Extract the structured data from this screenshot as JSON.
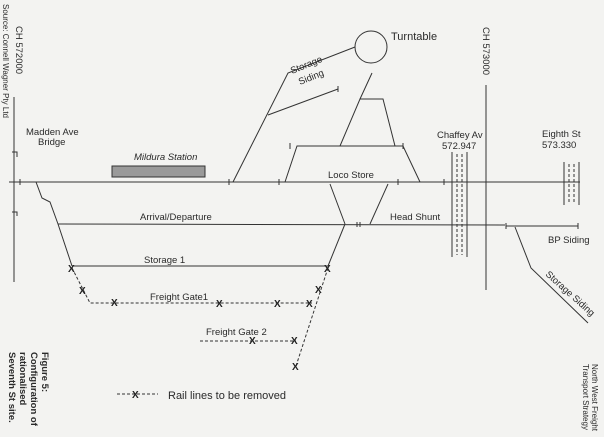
{
  "source": "Source: Connell Wagner Pty Ltd",
  "chainage_left": "CH 572000",
  "chainage_right": "CH 573000",
  "labels": {
    "madden_line1": "Madden Ave",
    "madden_line2": "Bridge",
    "station": "Mildura Station",
    "turntable": "Turntable",
    "storage_siding_top_1": "Storage",
    "storage_siding_top_2": "Siding",
    "loco_store": "Loco Store",
    "arrival_departure": "Arrival/Departure",
    "head_shunt": "Head Shunt",
    "storage_1": "Storage  1",
    "freight_gate_1": "Freight Gate1",
    "freight_gate_2": "Freight Gate  2",
    "bp_siding": "BP Siding",
    "storage_siding_right": "Storage Siding"
  },
  "crossings": [
    {
      "name": "Chaffey Av",
      "chainage": "572.947"
    },
    {
      "name": "Eighth St",
      "chainage": "573.330"
    }
  ],
  "legend": {
    "marker": "X",
    "label": "Rail lines to be removed"
  },
  "caption": [
    "Figure 5:",
    "Configuration of",
    "rationalised",
    "Seventh St site."
  ],
  "credit": [
    "North West Freight",
    "Transport Strategy"
  ],
  "colors": {
    "background": "#f3f3f1",
    "line": "#333333",
    "station_fill": "#9a9a9a"
  }
}
